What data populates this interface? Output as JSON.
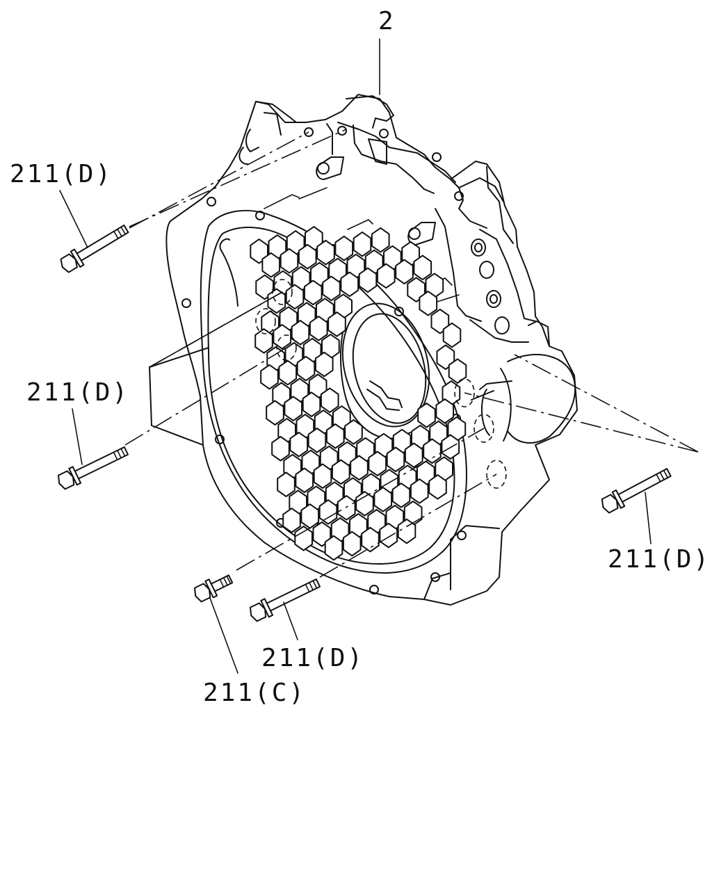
{
  "diagram": {
    "part_label": "2",
    "callouts": [
      {
        "id": "bolt-top-left",
        "text": "211(D)"
      },
      {
        "id": "bolt-mid-left",
        "text": "211(D)"
      },
      {
        "id": "bolt-right",
        "text": "211(D)"
      },
      {
        "id": "bolt-bottom-center",
        "text": "211(D)"
      },
      {
        "id": "bolt-bottom-left",
        "text": "211(C)"
      }
    ]
  }
}
